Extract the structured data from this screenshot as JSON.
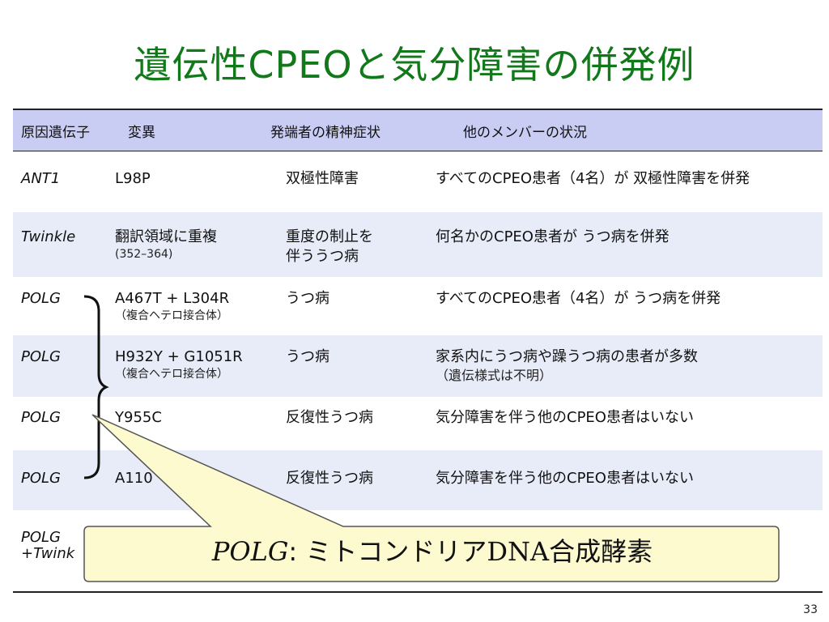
{
  "slide": {
    "title": "遺伝性CPEOと気分障害の併発例",
    "page_number": "33"
  },
  "table": {
    "headers": {
      "gene": "原因遺伝子",
      "variant": "変異",
      "symptom": "発端者の精神症状",
      "others": "他のメンバーの状況"
    },
    "rows": [
      {
        "gene": "ANT1",
        "variant": "L98P",
        "variant_sub": "",
        "symptom": "双極性障害",
        "symptom_sub": "",
        "others": "すべてのCPEO患者（4名）が 双極性障害を併発",
        "others_sub": ""
      },
      {
        "gene": "Twinkle",
        "variant": "翻訳領域に重複",
        "variant_sub": "(352–364)",
        "symptom": "重度の制止を",
        "symptom_sub": "伴ううつ病",
        "others": "何名かのCPEO患者が うつ病を併発",
        "others_sub": ""
      },
      {
        "gene": "POLG",
        "variant": "A467T + L304R",
        "variant_sub": "（複合ヘテロ接合体）",
        "symptom": "うつ病",
        "symptom_sub": "",
        "others": "すべてのCPEO患者（4名）が うつ病を併発",
        "others_sub": ""
      },
      {
        "gene": "POLG",
        "variant": "H932Y + G1051R",
        "variant_sub": "（複合ヘテロ接合体）",
        "symptom": "うつ病",
        "symptom_sub": "",
        "others": "家系内にうつ病や躁うつ病の患者が多数",
        "others_sub": "（遺伝様式は不明）"
      },
      {
        "gene": "POLG",
        "variant": "Y955C",
        "variant_sub": "",
        "symptom": "反復性うつ病",
        "symptom_sub": "",
        "others": "気分障害を伴う他のCPEO患者はいない",
        "others_sub": ""
      },
      {
        "gene": "POLG",
        "variant": "A110",
        "variant_sub": "",
        "symptom": "反復性うつ病",
        "symptom_sub": "",
        "others": "気分障害を伴う他のCPEO患者はいない",
        "others_sub": ""
      },
      {
        "gene": "POLG",
        "gene_sub": "+Twink",
        "variant": "",
        "variant_sub": "",
        "symptom": "",
        "symptom_sub": "",
        "others": "",
        "others_sub": ""
      }
    ]
  },
  "callout": {
    "gene": "POLG",
    "colon": ":",
    "text_a": " ミトコンドリア",
    "dna": "DNA",
    "text_b": "合成酵素"
  }
}
